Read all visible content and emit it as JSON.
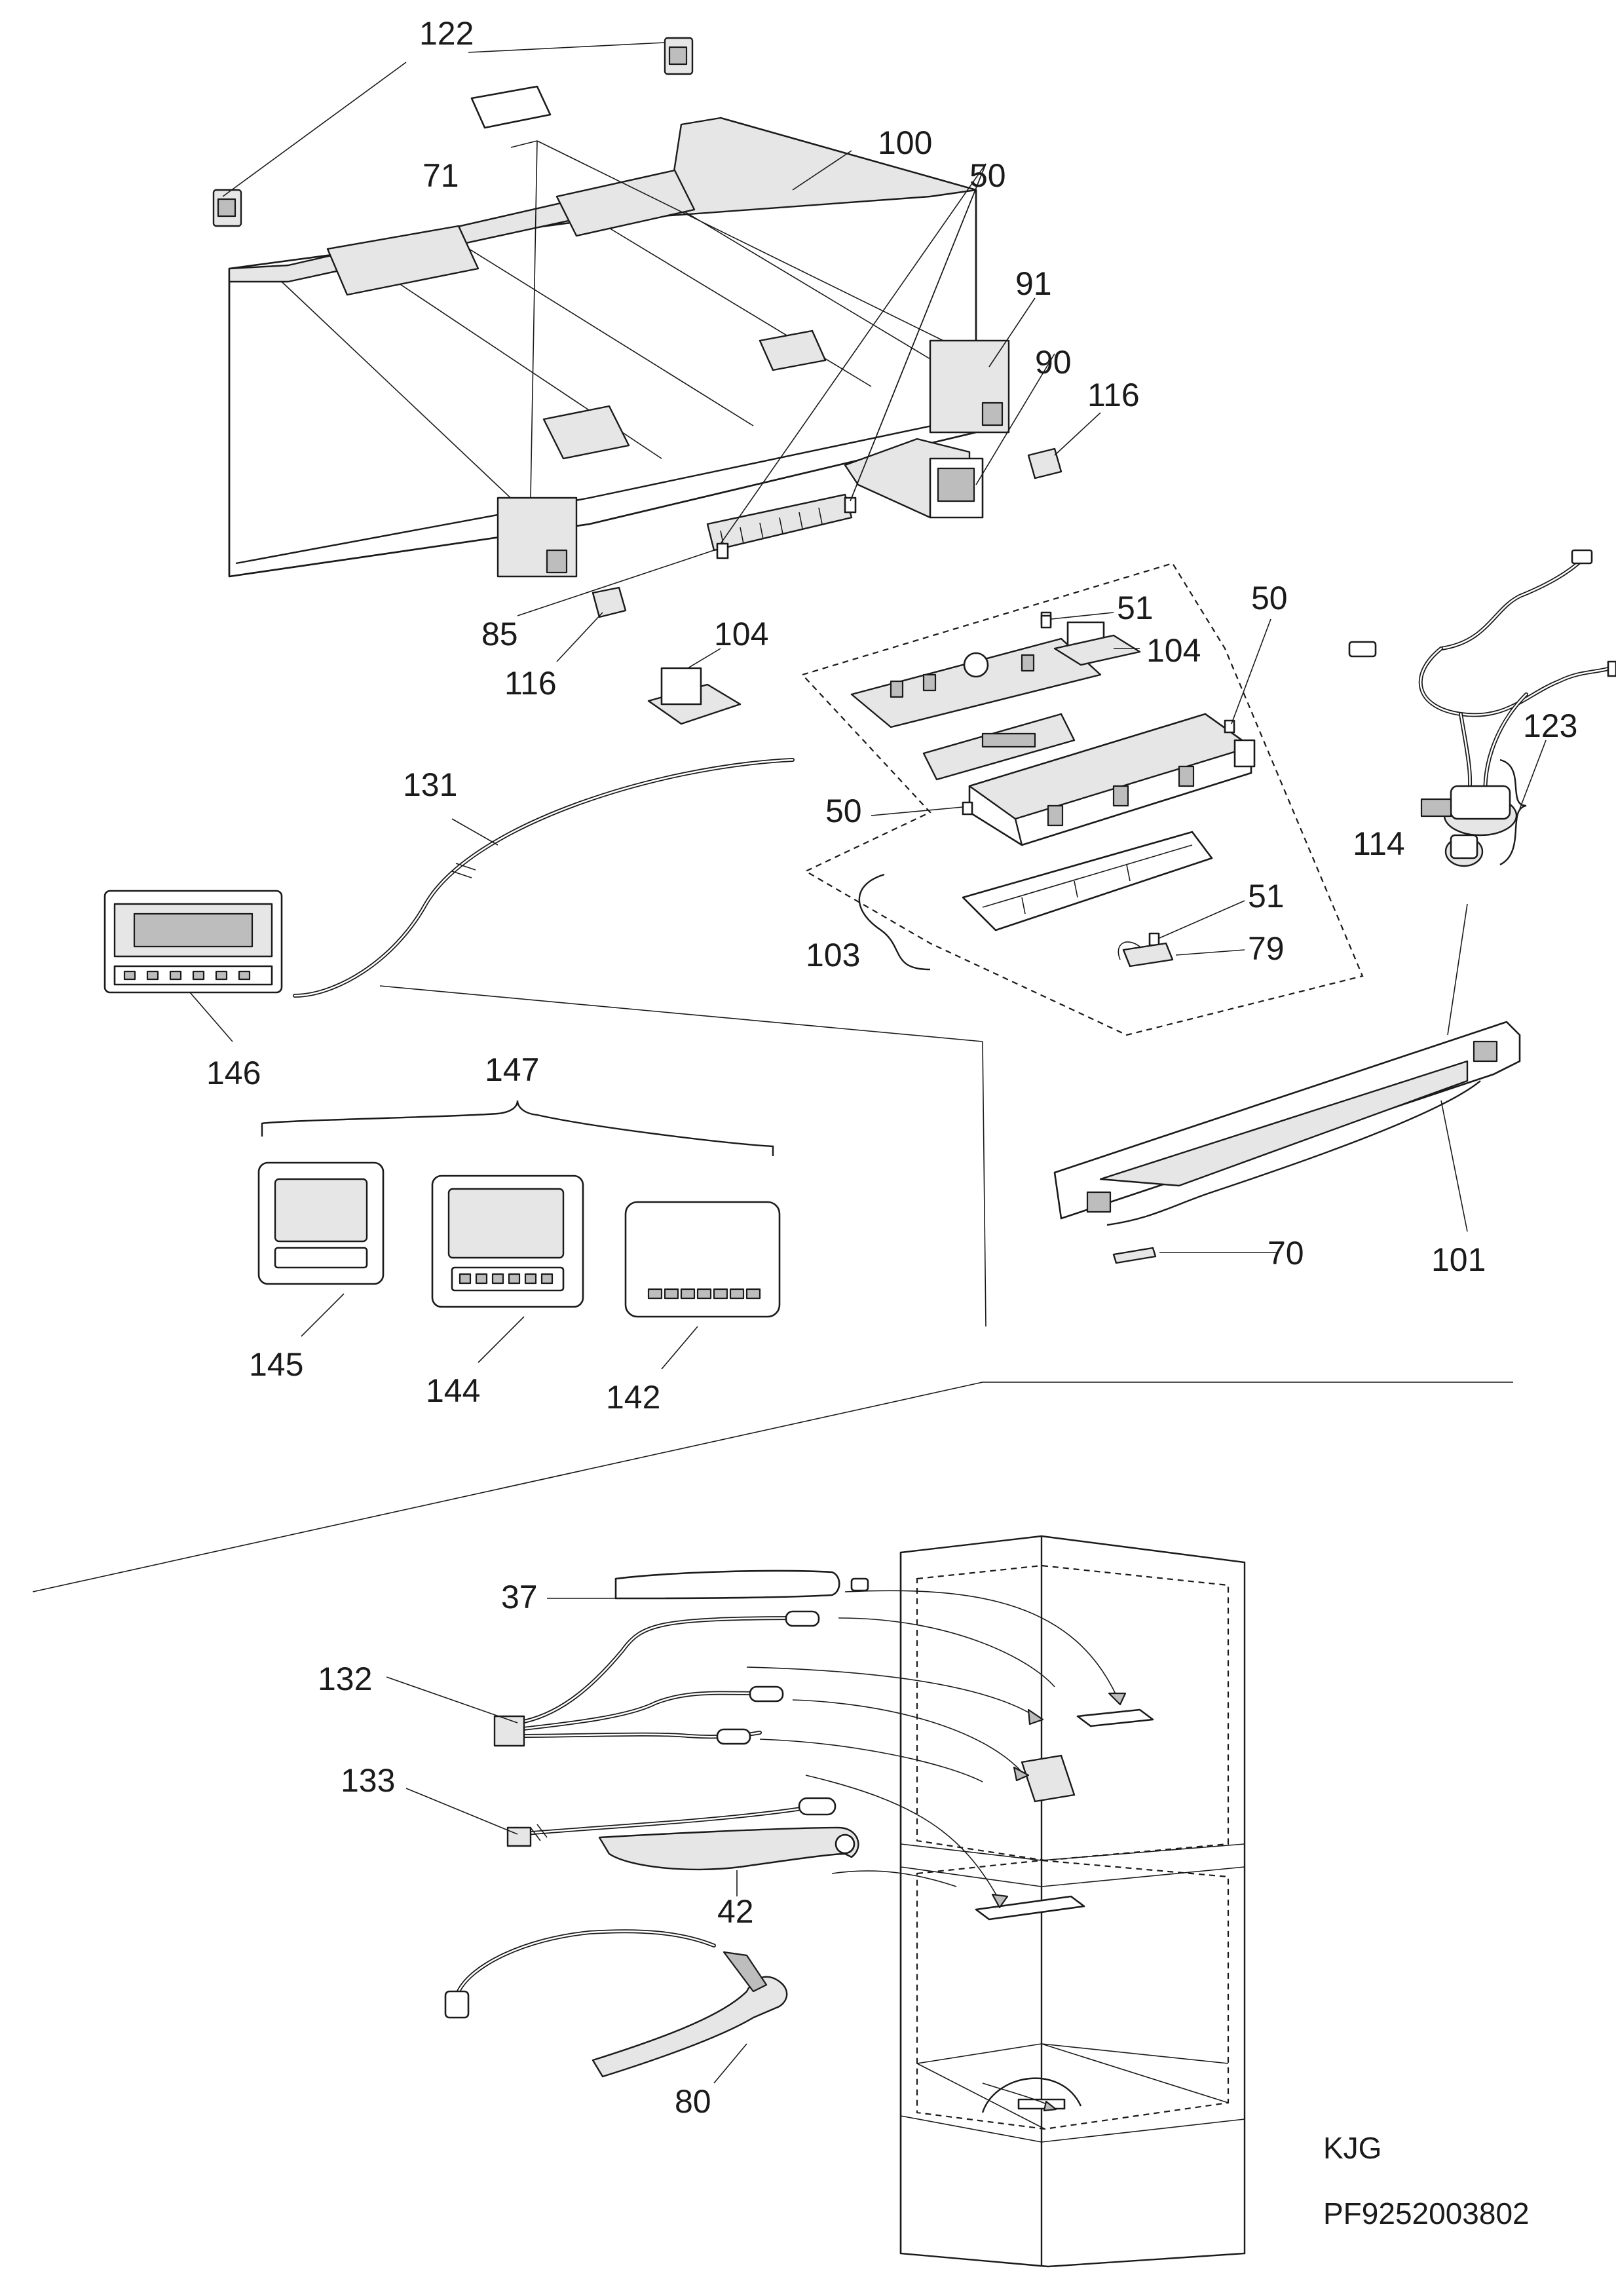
{
  "labels": [
    {
      "id": "122",
      "text": "122"
    },
    {
      "id": "71",
      "text": "71"
    },
    {
      "id": "100",
      "text": "100"
    },
    {
      "id": "50a",
      "text": "50"
    },
    {
      "id": "91",
      "text": "91"
    },
    {
      "id": "90",
      "text": "90"
    },
    {
      "id": "116a",
      "text": "116"
    },
    {
      "id": "85",
      "text": "85"
    },
    {
      "id": "116b",
      "text": "116"
    },
    {
      "id": "104a",
      "text": "104"
    },
    {
      "id": "51a",
      "text": "51"
    },
    {
      "id": "104b",
      "text": "104"
    },
    {
      "id": "50b",
      "text": "50"
    },
    {
      "id": "123",
      "text": "123"
    },
    {
      "id": "131",
      "text": "131"
    },
    {
      "id": "50c",
      "text": "50"
    },
    {
      "id": "114",
      "text": "114"
    },
    {
      "id": "51b",
      "text": "51"
    },
    {
      "id": "103",
      "text": "103"
    },
    {
      "id": "79",
      "text": "79"
    },
    {
      "id": "146",
      "text": "146"
    },
    {
      "id": "147",
      "text": "147"
    },
    {
      "id": "70",
      "text": "70"
    },
    {
      "id": "101",
      "text": "101"
    },
    {
      "id": "145",
      "text": "145"
    },
    {
      "id": "144",
      "text": "144"
    },
    {
      "id": "142",
      "text": "142"
    },
    {
      "id": "37",
      "text": "37"
    },
    {
      "id": "132",
      "text": "132"
    },
    {
      "id": "133",
      "text": "133"
    },
    {
      "id": "42",
      "text": "42"
    },
    {
      "id": "80",
      "text": "80"
    }
  ],
  "code": "KJG",
  "drawing_number": "PF9252003802"
}
